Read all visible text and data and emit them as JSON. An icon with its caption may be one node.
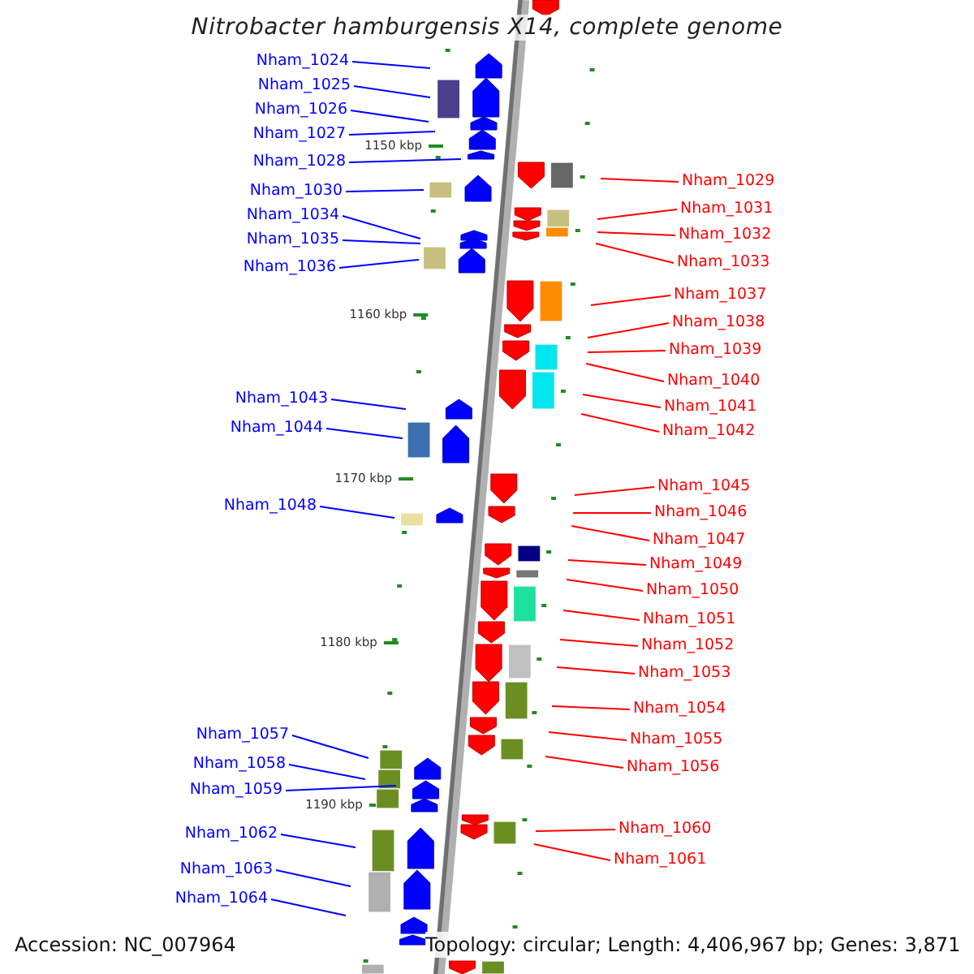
{
  "diagram": {
    "title": "Nitrobacter hamburgensis X14, complete genome",
    "nodes": [
      {
        "text": [
          "Nham_1024"
        ]
      },
      {
        "text": [
          "Nham_1025"
        ]
      },
      {
        "text": [
          "Nham_1026"
        ]
      },
      {
        "text": [
          "Nham_1027"
        ]
      },
      {
        "text": [
          "Nham_1028"
        ]
      },
      {
        "text": [
          "Nham_1029"
        ]
      },
      {
        "text": [
          "Nham_1030"
        ]
      },
      {
        "text": [
          "Nham_1031"
        ]
      },
      {
        "text": [
          "Nham_1034"
        ]
      },
      {
        "text": [
          "Nham_1032"
        ]
      },
      {
        "text": [
          "Nham_1035"
        ]
      },
      {
        "text": [
          "Nham_1033"
        ]
      },
      {
        "text": [
          "Nham_1036"
        ]
      },
      {
        "text": [
          "Nham_1037"
        ]
      },
      {
        "text": [
          "Nham_1038"
        ]
      },
      {
        "text": [
          "Nham_1039"
        ]
      },
      {
        "text": [
          "Nham_1040"
        ]
      },
      {
        "text": [
          "Nham_1043"
        ]
      },
      {
        "text": [
          "Nham_1041"
        ]
      },
      {
        "text": [
          "Nham_1044"
        ]
      },
      {
        "text": [
          "Nham_1042"
        ]
      },
      {
        "text": [
          "Nham_1045"
        ]
      },
      {
        "text": [
          "Nham_1048"
        ]
      },
      {
        "text": [
          "Nham_1046"
        ]
      },
      {
        "text": [
          "Nham_1047"
        ]
      },
      {
        "text": [
          "Nham_1049"
        ]
      },
      {
        "text": [
          "Nham_1050"
        ]
      },
      {
        "text": [
          "Nham_1051"
        ]
      },
      {
        "text": [
          "Nham_1052"
        ]
      },
      {
        "text": [
          "Nham_1053"
        ]
      },
      {
        "text": [
          "Nham_1054"
        ]
      },
      {
        "text": [
          "Nham_1057"
        ]
      },
      {
        "text": [
          "Nham_1055"
        ]
      },
      {
        "text": [
          "Nham_1058"
        ]
      },
      {
        "text": [
          "Nham_1056"
        ]
      },
      {
        "text": [
          "Nham_1059"
        ]
      },
      {
        "text": [
          "Nham_1060"
        ]
      },
      {
        "text": [
          "Nham_1062"
        ]
      },
      {
        "text": [
          "Nham_1061"
        ]
      },
      {
        "text": [
          "Nham_1063"
        ]
      },
      {
        "text": [
          "Nham_1064"
        ]
      }
    ],
    "edges": [
      {
        "from": 0,
        "to": null,
        "arrow": "none",
        "color": "#0000ff"
      },
      {
        "from": 1,
        "to": null,
        "arrow": "none",
        "color": "#0000ff"
      },
      {
        "from": 2,
        "to": null,
        "arrow": "none",
        "color": "#0000ff"
      },
      {
        "from": 3,
        "to": null,
        "arrow": "none",
        "color": "#0000ff"
      },
      {
        "from": 4,
        "to": null,
        "arrow": "none",
        "color": "#0000ff"
      },
      {
        "from": 5,
        "to": null,
        "arrow": "none",
        "color": "#ff0000"
      },
      {
        "from": 6,
        "to": null,
        "arrow": "none",
        "color": "#0000ff"
      },
      {
        "from": 7,
        "to": null,
        "arrow": "none",
        "color": "#ff0000"
      },
      {
        "from": 8,
        "to": null,
        "arrow": "none",
        "color": "#0000ff"
      },
      {
        "from": 9,
        "to": null,
        "arrow": "none",
        "color": "#ff0000"
      },
      {
        "from": 10,
        "to": null,
        "arrow": "none",
        "color": "#0000ff"
      },
      {
        "from": 11,
        "to": null,
        "arrow": "none",
        "color": "#ff0000"
      },
      {
        "from": 12,
        "to": null,
        "arrow": "none",
        "color": "#0000ff"
      },
      {
        "from": 13,
        "to": null,
        "arrow": "none",
        "color": "#ff0000"
      },
      {
        "from": 14,
        "to": null,
        "arrow": "none",
        "color": "#ff0000"
      },
      {
        "from": 15,
        "to": null,
        "arrow": "none",
        "color": "#ff0000"
      },
      {
        "from": 16,
        "to": null,
        "arrow": "none",
        "color": "#ff0000"
      },
      {
        "from": 17,
        "to": null,
        "arrow": "none",
        "color": "#0000ff"
      },
      {
        "from": 18,
        "to": null,
        "arrow": "none",
        "color": "#ff0000"
      },
      {
        "from": 19,
        "to": null,
        "arrow": "none",
        "color": "#0000ff"
      },
      {
        "from": 20,
        "to": null,
        "arrow": "none",
        "color": "#ff0000"
      },
      {
        "from": 21,
        "to": null,
        "arrow": "none",
        "color": "#ff0000"
      },
      {
        "from": 22,
        "to": null,
        "arrow": "none",
        "color": "#0000ff"
      },
      {
        "from": 23,
        "to": null,
        "arrow": "none",
        "color": "#ff0000"
      },
      {
        "from": 24,
        "to": null,
        "arrow": "none",
        "color": "#ff0000"
      },
      {
        "from": 25,
        "to": null,
        "arrow": "none",
        "color": "#ff0000"
      },
      {
        "from": 26,
        "to": null,
        "arrow": "none",
        "color": "#ff0000"
      },
      {
        "from": 27,
        "to": null,
        "arrow": "none",
        "color": "#ff0000"
      },
      {
        "from": 28,
        "to": null,
        "arrow": "none",
        "color": "#ff0000"
      },
      {
        "from": 29,
        "to": null,
        "arrow": "none",
        "color": "#ff0000"
      },
      {
        "from": 30,
        "to": null,
        "arrow": "none",
        "color": "#ff0000"
      },
      {
        "from": 31,
        "to": null,
        "arrow": "none",
        "color": "#0000ff"
      },
      {
        "from": 32,
        "to": null,
        "arrow": "none",
        "color": "#ff0000"
      },
      {
        "from": 33,
        "to": null,
        "arrow": "none",
        "color": "#0000ff"
      },
      {
        "from": 34,
        "to": null,
        "arrow": "none",
        "color": "#ff0000"
      },
      {
        "from": 35,
        "to": null,
        "arrow": "none",
        "color": "#0000ff"
      },
      {
        "from": 36,
        "to": null,
        "arrow": "none",
        "color": "#ff0000"
      },
      {
        "from": 37,
        "to": null,
        "arrow": "none",
        "color": "#0000ff"
      },
      {
        "from": 38,
        "to": null,
        "arrow": "none",
        "color": "#ff0000"
      },
      {
        "from": 39,
        "to": null,
        "arrow": "none",
        "color": "#0000ff"
      },
      {
        "from": 40,
        "to": null,
        "arrow": "none",
        "color": "#0000ff"
      }
    ],
    "labels": [
      "1150 kbp",
      "1160 kbp",
      "1170 kbp",
      "1180 kbp",
      "1190 kbp",
      "Accession: NC_007964",
      "Topology: circular; Length: 4,406,967 bp; Genes: 3,871"
    ]
  }
}
